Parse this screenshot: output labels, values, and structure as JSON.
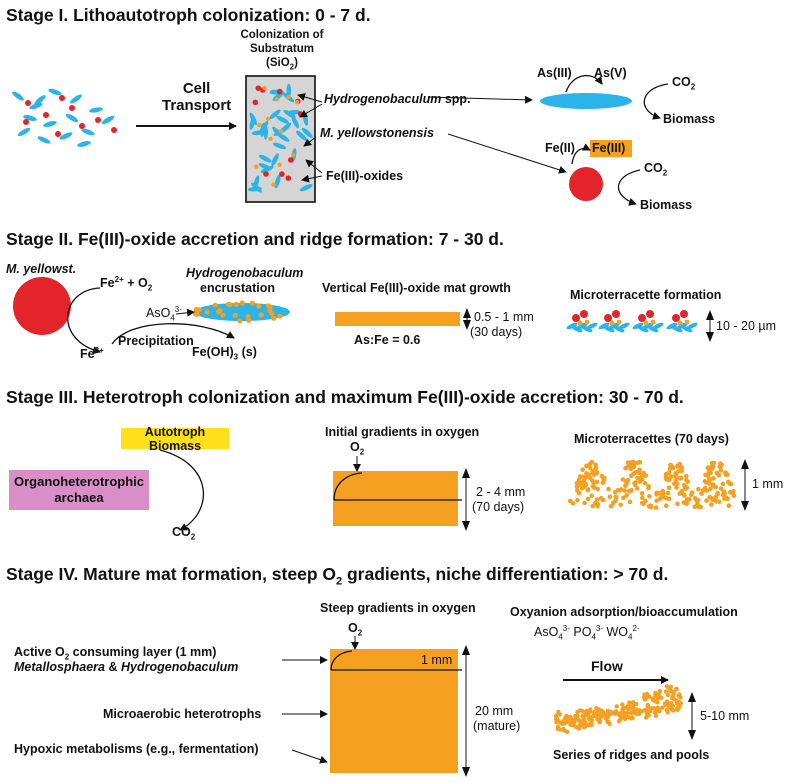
{
  "colors": {
    "orange": "#f5a020",
    "blue": "#2bb3ea",
    "red": "#e3242b",
    "yellow": "#ffe01b",
    "pink": "#d98ec7",
    "substratum": "#d5d5d5"
  },
  "stage1": {
    "title": "Stage I. Lithoautotroph colonization: 0 - 7 d.",
    "cell_transport": [
      "Cell",
      "Transport"
    ],
    "colonization": [
      "Colonization of",
      "Substratum",
      "(SiO",
      "2",
      ")"
    ],
    "hydrogenobaculum": "Hydrogenobaculum",
    "spp": " spp.",
    "m_yellowstonensis": "M. yellowstonensis",
    "fe_oxides": "Fe(III)-oxides",
    "as3": "As(III)",
    "as5": "As(V)",
    "co2_top": "CO",
    "co2_top_sub": "2",
    "biomass_top": "Biomass",
    "fe2": "Fe(II)",
    "fe3": "Fe(III)",
    "co2_bottom": "CO",
    "co2_bottom_sub": "2",
    "biomass_bottom": "Biomass"
  },
  "stage2": {
    "title": "Stage II. Fe(III)-oxide accretion and ridge formation: 7 - 30 d.",
    "m_yellowst": "M. yellowst.",
    "fe2_o2": [
      "Fe",
      "2+",
      " + O",
      "2"
    ],
    "hydro": "Hydrogenobaculum",
    "encrustation": "encrustation",
    "aso4": [
      "AsO",
      "4",
      "3-"
    ],
    "precipitation": "Precipitation",
    "fe3plus": [
      "Fe",
      "3+"
    ],
    "feoh3": [
      "Fe(OH)",
      "3",
      " (s)"
    ],
    "vertical": "Vertical Fe(III)-oxide mat growth",
    "thickness": "0.5 - 1 mm",
    "days": "(30 days)",
    "ratio": "As:Fe = 0.6",
    "micro_title": "Microterracette formation",
    "micro_size": "10 - 20 µm"
  },
  "stage3": {
    "title": "Stage III. Heterotroph colonization and maximum Fe(III)-oxide accretion: 30 - 70 d.",
    "autotroph": "Autotroph Biomass",
    "organo": [
      "Organoheterotrophic",
      "archaea"
    ],
    "co2": [
      "CO",
      "2"
    ],
    "gradients": "Initial gradients in oxygen",
    "o2": [
      "O",
      "2"
    ],
    "thickness": "2 - 4 mm",
    "days": "(70 days)",
    "micro": "Microterracettes (70 days)",
    "micro_size": "1 mm"
  },
  "stage4": {
    "title": [
      "Stage IV. Mature mat formation, steep O",
      "2",
      " gradients, niche differentiation: > 70 d."
    ],
    "steep": "Steep gradients in oxygen",
    "o2": [
      "O",
      "2"
    ],
    "active": [
      "Active O",
      "2",
      " consuming layer (1 mm)"
    ],
    "metallo": [
      "Metallosphaera",
      " & ",
      "Hydrogenobaculum"
    ],
    "microaerobic": "Microaerobic heterotrophs",
    "hypoxic": "Hypoxic metabolisms (e.g., fermentation)",
    "layer": "1 mm",
    "thickness": "20 mm",
    "mature": "(mature)",
    "oxyanion": "Oxyanion adsorption/bioaccumulation",
    "anions": [
      "AsO",
      "4",
      "3-",
      "PO",
      "4",
      "3-",
      "WO",
      "4",
      "2-"
    ],
    "flow": "Flow",
    "ridge_size": "5-10 mm",
    "series": "Series of ridges and pools"
  }
}
